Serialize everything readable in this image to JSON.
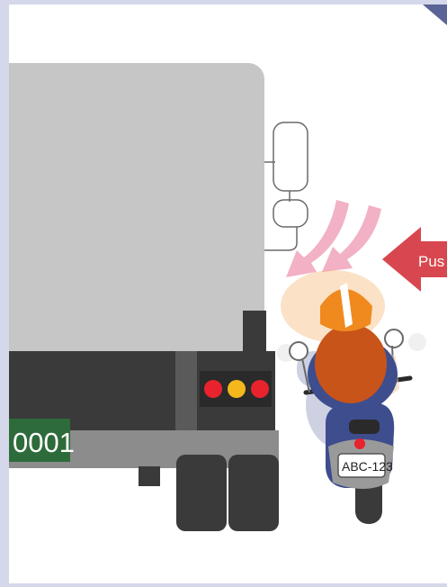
{
  "illustration": {
    "truck_plate_text": "0001",
    "motorcycle_plate_text": "ABC-123",
    "arrow_label": "Pus",
    "colors": {
      "frame_background": "#d4d8ea",
      "canvas": "#ffffff",
      "truck_body": "#c6c6c6",
      "truck_bumper_dark": "#3a3a3a",
      "truck_bumper_gray": "#8c8c8c",
      "truck_plate": "#2e6b3a",
      "tail_light_red": "#e8232d",
      "tail_light_yellow": "#f4b81c",
      "arrow_red": "#d8474f",
      "motion_arrows_pink": "#f1a9bf",
      "rider_helmet": "#f08a1f",
      "rider_hair": "#c8541a",
      "motorcycle_blue": "#3d4d8e"
    }
  }
}
